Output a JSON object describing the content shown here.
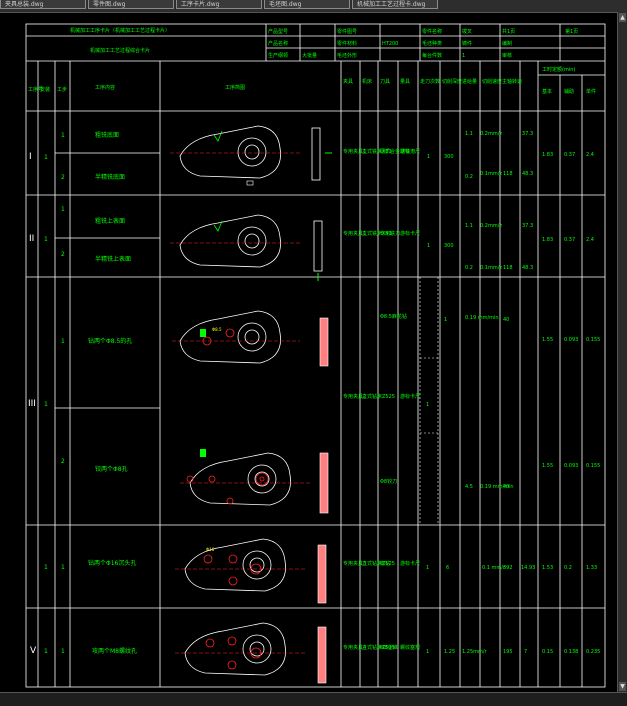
{
  "window": {
    "tabs": [
      "夹具总装.dwg",
      "零件图.dwg",
      "工序卡片.dwg",
      "毛坯图.dwg",
      "机械加工工艺过程卡.dwg"
    ]
  },
  "card": {
    "title": "机械加工工序卡片（机械加工工艺过程卡片）",
    "subtitle": "机械加工工艺过程综合卡片",
    "info": {
      "row1": [
        "产品型号",
        "零件图号",
        "零件名称",
        "拨叉",
        "共1页",
        "第1页"
      ],
      "row2": [
        "产品名称",
        "零件材料",
        "HT200",
        "毛坯种类",
        "铸件",
        "编制"
      ],
      "row3": [
        "生产纲领",
        "大批量",
        "毛坯外形",
        "每台件数",
        "1",
        "审核"
      ]
    },
    "headers": {
      "process_no": "工序号",
      "install": "安装",
      "step": "工步",
      "content": "工序内容",
      "sketch": "工序简图",
      "fixture": "夹具",
      "machine": "机床",
      "cutter": "刀具",
      "gauge": "量具",
      "passes": "走刀次数",
      "depth": "切削深度",
      "feed": "进给量",
      "speed": "切削速度",
      "rpm": "主轴转速",
      "time": "工时定额(min)",
      "time_basic": "基本",
      "time_aux": "辅助",
      "time_total": "单件"
    }
  },
  "rows": [
    {
      "op": "I",
      "install": "1",
      "steps": [
        {
          "no": "1",
          "content": "粗铣底面",
          "depth": "1.1",
          "feed": "0.2mm/z",
          "speed": "37.3"
        },
        {
          "no": "2",
          "content": "半精铣底面",
          "depth": "0.2",
          "feed": "0.1mm/z",
          "speed": "48.3",
          "rpm": "118"
        }
      ],
      "fixture": "专用夹具1",
      "machine": "立式铣床X51",
      "cutter": "硬质合金端铣刀",
      "gauge": "游标卡尺",
      "passes": "1",
      "speed_main": "300",
      "t_basic": "1.83",
      "t_aux": "0.37",
      "t_total": "2.4"
    },
    {
      "op": "II",
      "install": "1",
      "steps": [
        {
          "no": "1",
          "content": "粗铣上表面",
          "depth": "1.1",
          "feed": "0.2mm/z",
          "speed": "37.3"
        },
        {
          "no": "2",
          "content": "半精铣上表面",
          "depth": "0.2",
          "feed": "0.1mm/z",
          "speed": "48.3",
          "rpm": "118"
        }
      ],
      "fixture": "专用夹具1",
      "machine": "立式铣床X51",
      "cutter": "专用铣刀",
      "gauge": "游标卡尺",
      "passes": "1",
      "speed_main": "300",
      "t_basic": "1.83",
      "t_aux": "0.37",
      "t_total": "2.4"
    },
    {
      "op": "III",
      "install": "1",
      "steps": [
        {
          "no": "1",
          "content": "钻两个Φ8.5的孔",
          "depth": "1",
          "feed": "0.19 mm/min",
          "speed": "40",
          "t_basic": "1.55",
          "t_aux": "0.093",
          "t_total": "0.155"
        },
        {
          "no": "2",
          "content": "铰两个Φ8孔",
          "depth": "4.5",
          "feed": "0.19 mm/min",
          "speed": "40",
          "t_basic": "1.55",
          "t_aux": "0.093",
          "t_total": "0.155"
        }
      ],
      "fixture": "专用夹具2",
      "machine": "立式钻床Z525",
      "cutter": "Φ8.5麻花钻",
      "cutter2": "Φ8铰刀",
      "gauge": "游标卡尺",
      "passes": "1"
    },
    {
      "op": "",
      "install": "1",
      "steps": [
        {
          "no": "1",
          "content": "钻两个Φ16沉头孔",
          "depth": "6",
          "feed": "0.1 mm/r",
          "speed": "392",
          "rpm": "14.93",
          "t_basic": "1.53",
          "t_aux": "0.2",
          "t_total": "1.33"
        }
      ],
      "fixture": "专用夹具3",
      "machine": "立式钻床Z525",
      "cutter": "锪钻",
      "gauge": "游标卡尺",
      "passes": "1"
    },
    {
      "op": "V",
      "install": "1",
      "steps": [
        {
          "no": "1",
          "content": "攻两个M8螺纹孔",
          "depth": "1.25",
          "feed": "1.25mm/r",
          "speed": "7",
          "rpm": "195",
          "t_basic": "0.15",
          "t_aux": "0.138",
          "t_total": "0.235"
        }
      ],
      "fixture": "专用夹具4",
      "machine": "立式钻床Z525",
      "cutter": "M8丝锥",
      "gauge": "螺纹塞规",
      "passes": "1"
    }
  ],
  "colors": {
    "line": "#ffffff",
    "text": "#00ff00",
    "centerline": "#ff2020",
    "dim": "#ffff00",
    "bg": "#000000"
  }
}
